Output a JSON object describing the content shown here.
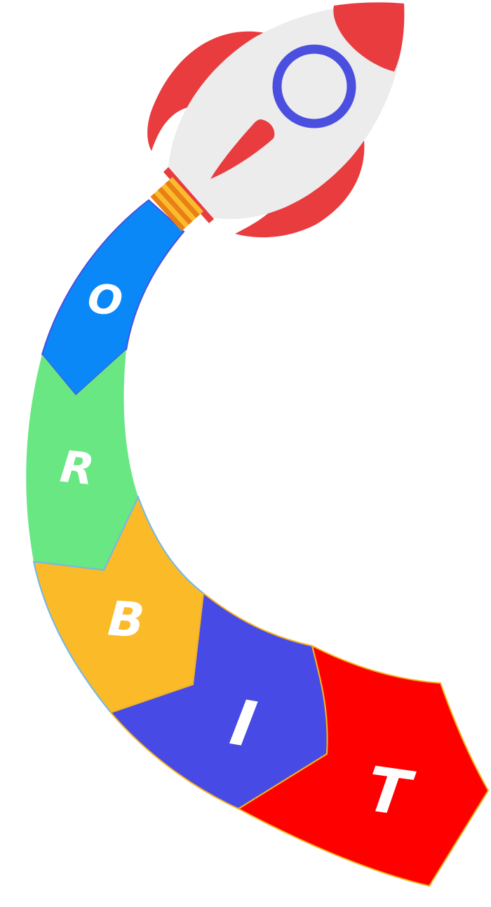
{
  "title": "ORBIT",
  "letters": [
    "O",
    "R",
    "B",
    "I",
    "T"
  ],
  "colors": {
    "background": "#ffffff",
    "segment_o": "#0a88f8",
    "segment_r": "#69e783",
    "segment_b": "#fbba27",
    "segment_i": "#484ae5",
    "segment_t": "#fe0000",
    "segment_outline_blue": "#4a4fe0",
    "segment_outline_light": "#6fb8f0",
    "segment_outline_orange": "#f5b21e",
    "rocket_body": "#ececec",
    "rocket_red": "#e93c3f",
    "rocket_window": "#4a4fe0",
    "nozzle_yellow": "#fbbc2b",
    "nozzle_orange": "#e87f17"
  }
}
